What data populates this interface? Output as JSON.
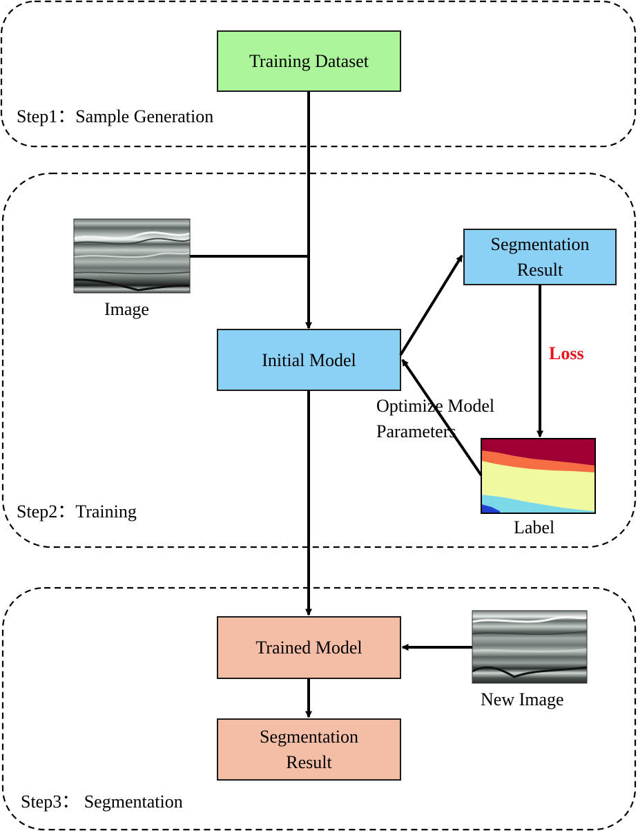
{
  "stages": {
    "step1": "Step1：Sample Generation",
    "step2": "Step2：Training",
    "step3": "Step3： Segmentation"
  },
  "nodes": {
    "training_dataset": "Training Dataset",
    "segmentation_result_train": [
      "Segmentation",
      "Result"
    ],
    "initial_model": "Initial Model",
    "trained_model": "Trained Model",
    "segmentation_result_final": [
      "Segmentation",
      "Result"
    ]
  },
  "labels": {
    "image": "Image",
    "label": "Label",
    "new_image": "New Image",
    "loss": "Loss",
    "optimize": [
      "Optimize Model",
      "Parameters"
    ]
  },
  "colors": {
    "green_box": "#acf59b",
    "blue_box": "#8ad1f5",
    "salmon_box": "#f4bda6",
    "loss_text": "#e8141e",
    "seismic_gray": "#8a938f"
  },
  "label_map_classes": [
    {
      "color": "#9e0033"
    },
    {
      "color": "#f46d43"
    },
    {
      "color": "#f0f8a0"
    },
    {
      "color": "#7ad8e8"
    },
    {
      "color": "#2240d0"
    }
  ]
}
